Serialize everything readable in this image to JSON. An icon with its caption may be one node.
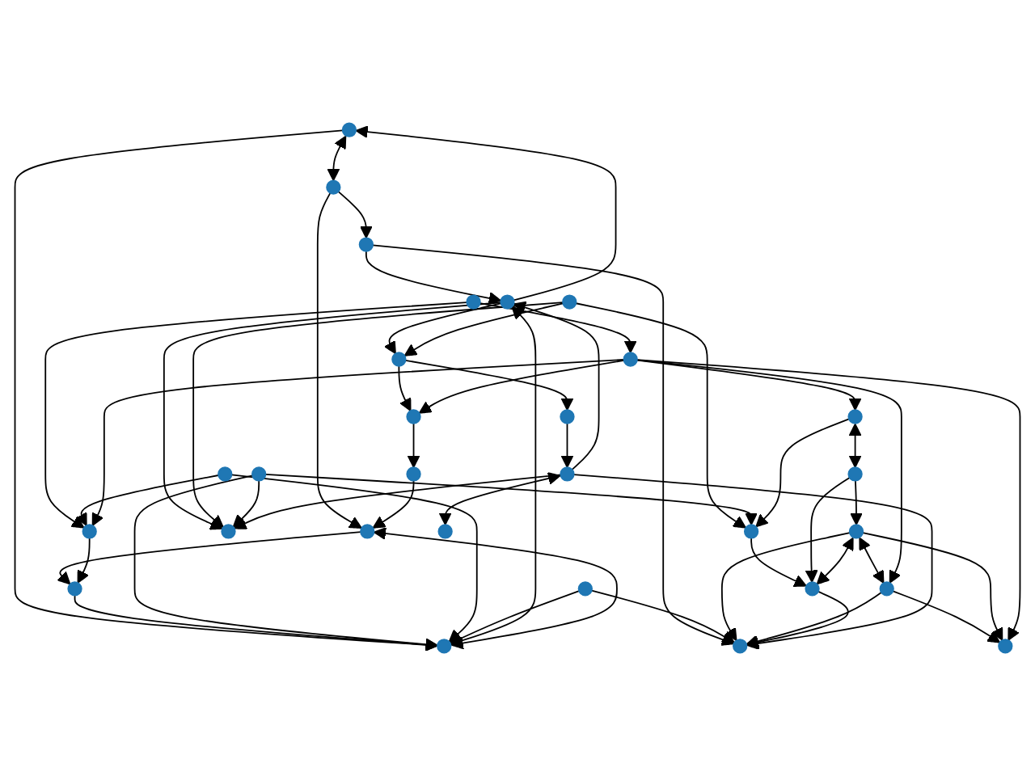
{
  "diagram": {
    "nodes": [
      {
        "text": [],
        "shape": "circle"
      },
      {
        "text": [],
        "shape": "circle"
      },
      {
        "text": [],
        "shape": "circle"
      },
      {
        "text": [],
        "shape": "circle"
      },
      {
        "text": [],
        "shape": "circle"
      },
      {
        "text": [],
        "shape": "circle"
      },
      {
        "text": [],
        "shape": "circle"
      },
      {
        "text": [],
        "shape": "circle"
      },
      {
        "text": [],
        "shape": "circle"
      },
      {
        "text": [],
        "shape": "circle"
      },
      {
        "text": [],
        "shape": "circle"
      },
      {
        "text": [],
        "shape": "circle"
      },
      {
        "text": [],
        "shape": "circle"
      },
      {
        "text": [],
        "shape": "circle"
      },
      {
        "text": [],
        "shape": "circle"
      },
      {
        "text": [],
        "shape": "circle"
      },
      {
        "text": [],
        "shape": "circle"
      },
      {
        "text": [],
        "shape": "circle"
      },
      {
        "text": [],
        "shape": "circle"
      },
      {
        "text": [],
        "shape": "circle"
      },
      {
        "text": [],
        "shape": "circle"
      },
      {
        "text": [],
        "shape": "circle"
      },
      {
        "text": [],
        "shape": "circle"
      },
      {
        "text": [],
        "shape": "circle"
      },
      {
        "text": [],
        "shape": "circle"
      },
      {
        "text": [],
        "shape": "circle"
      },
      {
        "text": [],
        "shape": "circle"
      },
      {
        "text": [],
        "shape": "circle"
      },
      {
        "text": [],
        "shape": "circle"
      }
    ],
    "edges": [
      {
        "from": 0,
        "to": 1,
        "arrow": "both"
      },
      {
        "from": 0,
        "to": 2,
        "arrow": "to"
      },
      {
        "from": 1,
        "to": 7,
        "arrow": "to"
      },
      {
        "from": 1,
        "to": 12,
        "arrow": "to"
      },
      {
        "from": 5,
        "to": 0,
        "arrow": "to"
      },
      {
        "from": 2,
        "to": 5,
        "arrow": "to"
      },
      {
        "from": 5,
        "to": 3,
        "arrow": "to"
      },
      {
        "from": 3,
        "to": 8,
        "arrow": "to"
      },
      {
        "from": 3,
        "to": 10,
        "arrow": "to"
      },
      {
        "from": 11,
        "to": 3,
        "arrow": "to"
      },
      {
        "from": 7,
        "to": 5,
        "arrow": "to"
      },
      {
        "from": 23,
        "to": 5,
        "arrow": "to"
      },
      {
        "from": 5,
        "to": 20,
        "arrow": "to"
      },
      {
        "from": 7,
        "to": 17,
        "arrow": "to"
      },
      {
        "from": 11,
        "to": 4,
        "arrow": "to"
      },
      {
        "from": 13,
        "to": 4,
        "arrow": "to"
      },
      {
        "from": 4,
        "to": 21,
        "arrow": "to"
      },
      {
        "from": 6,
        "to": 4,
        "arrow": "to"
      },
      {
        "from": 6,
        "to": 18,
        "arrow": "both"
      },
      {
        "from": 19,
        "to": 6,
        "arrow": "to"
      },
      {
        "from": 22,
        "to": 2,
        "arrow": "to"
      },
      {
        "from": 2,
        "to": 12,
        "arrow": "both"
      },
      {
        "from": 13,
        "to": 2,
        "arrow": "to"
      },
      {
        "from": 14,
        "to": 2,
        "arrow": "to"
      },
      {
        "from": 16,
        "to": 2,
        "arrow": "to"
      },
      {
        "from": 18,
        "to": 21,
        "arrow": "to"
      },
      {
        "from": 18,
        "to": 24,
        "arrow": "to"
      },
      {
        "from": 12,
        "to": 22,
        "arrow": "to"
      },
      {
        "from": 15,
        "to": 22,
        "arrow": "to"
      },
      {
        "from": 28,
        "to": 19,
        "arrow": "to"
      },
      {
        "from": 28,
        "to": 15,
        "arrow": "to"
      },
      {
        "from": 19,
        "to": 8,
        "arrow": "to"
      },
      {
        "from": 16,
        "to": 17,
        "arrow": "to"
      },
      {
        "from": 24,
        "to": 17,
        "arrow": "to"
      },
      {
        "from": 26,
        "to": 17,
        "arrow": "to"
      },
      {
        "from": 21,
        "to": 17,
        "arrow": "to"
      },
      {
        "from": 23,
        "to": 17,
        "arrow": "to"
      },
      {
        "from": 11,
        "to": 20,
        "arrow": "to"
      },
      {
        "from": 13,
        "to": 20,
        "arrow": "to"
      },
      {
        "from": 10,
        "to": 23,
        "arrow": "to"
      },
      {
        "from": 23,
        "to": 25,
        "arrow": "both"
      },
      {
        "from": 23,
        "to": 20,
        "arrow": "to"
      },
      {
        "from": 24,
        "to": 26,
        "arrow": "both"
      },
      {
        "from": 24,
        "to": 21,
        "arrow": "both"
      },
      {
        "from": 26,
        "to": 27,
        "arrow": "to"
      },
      {
        "from": 24,
        "to": 27,
        "arrow": "to"
      },
      {
        "from": 19,
        "to": 27,
        "arrow": "to"
      },
      {
        "from": 19,
        "to": 26,
        "arrow": "to"
      },
      {
        "from": 14,
        "to": 15,
        "arrow": "to"
      },
      {
        "from": 19,
        "to": 15,
        "arrow": "to"
      },
      {
        "from": 9,
        "to": 12,
        "arrow": "to"
      },
      {
        "from": 8,
        "to": 9,
        "arrow": "to"
      }
    ]
  }
}
